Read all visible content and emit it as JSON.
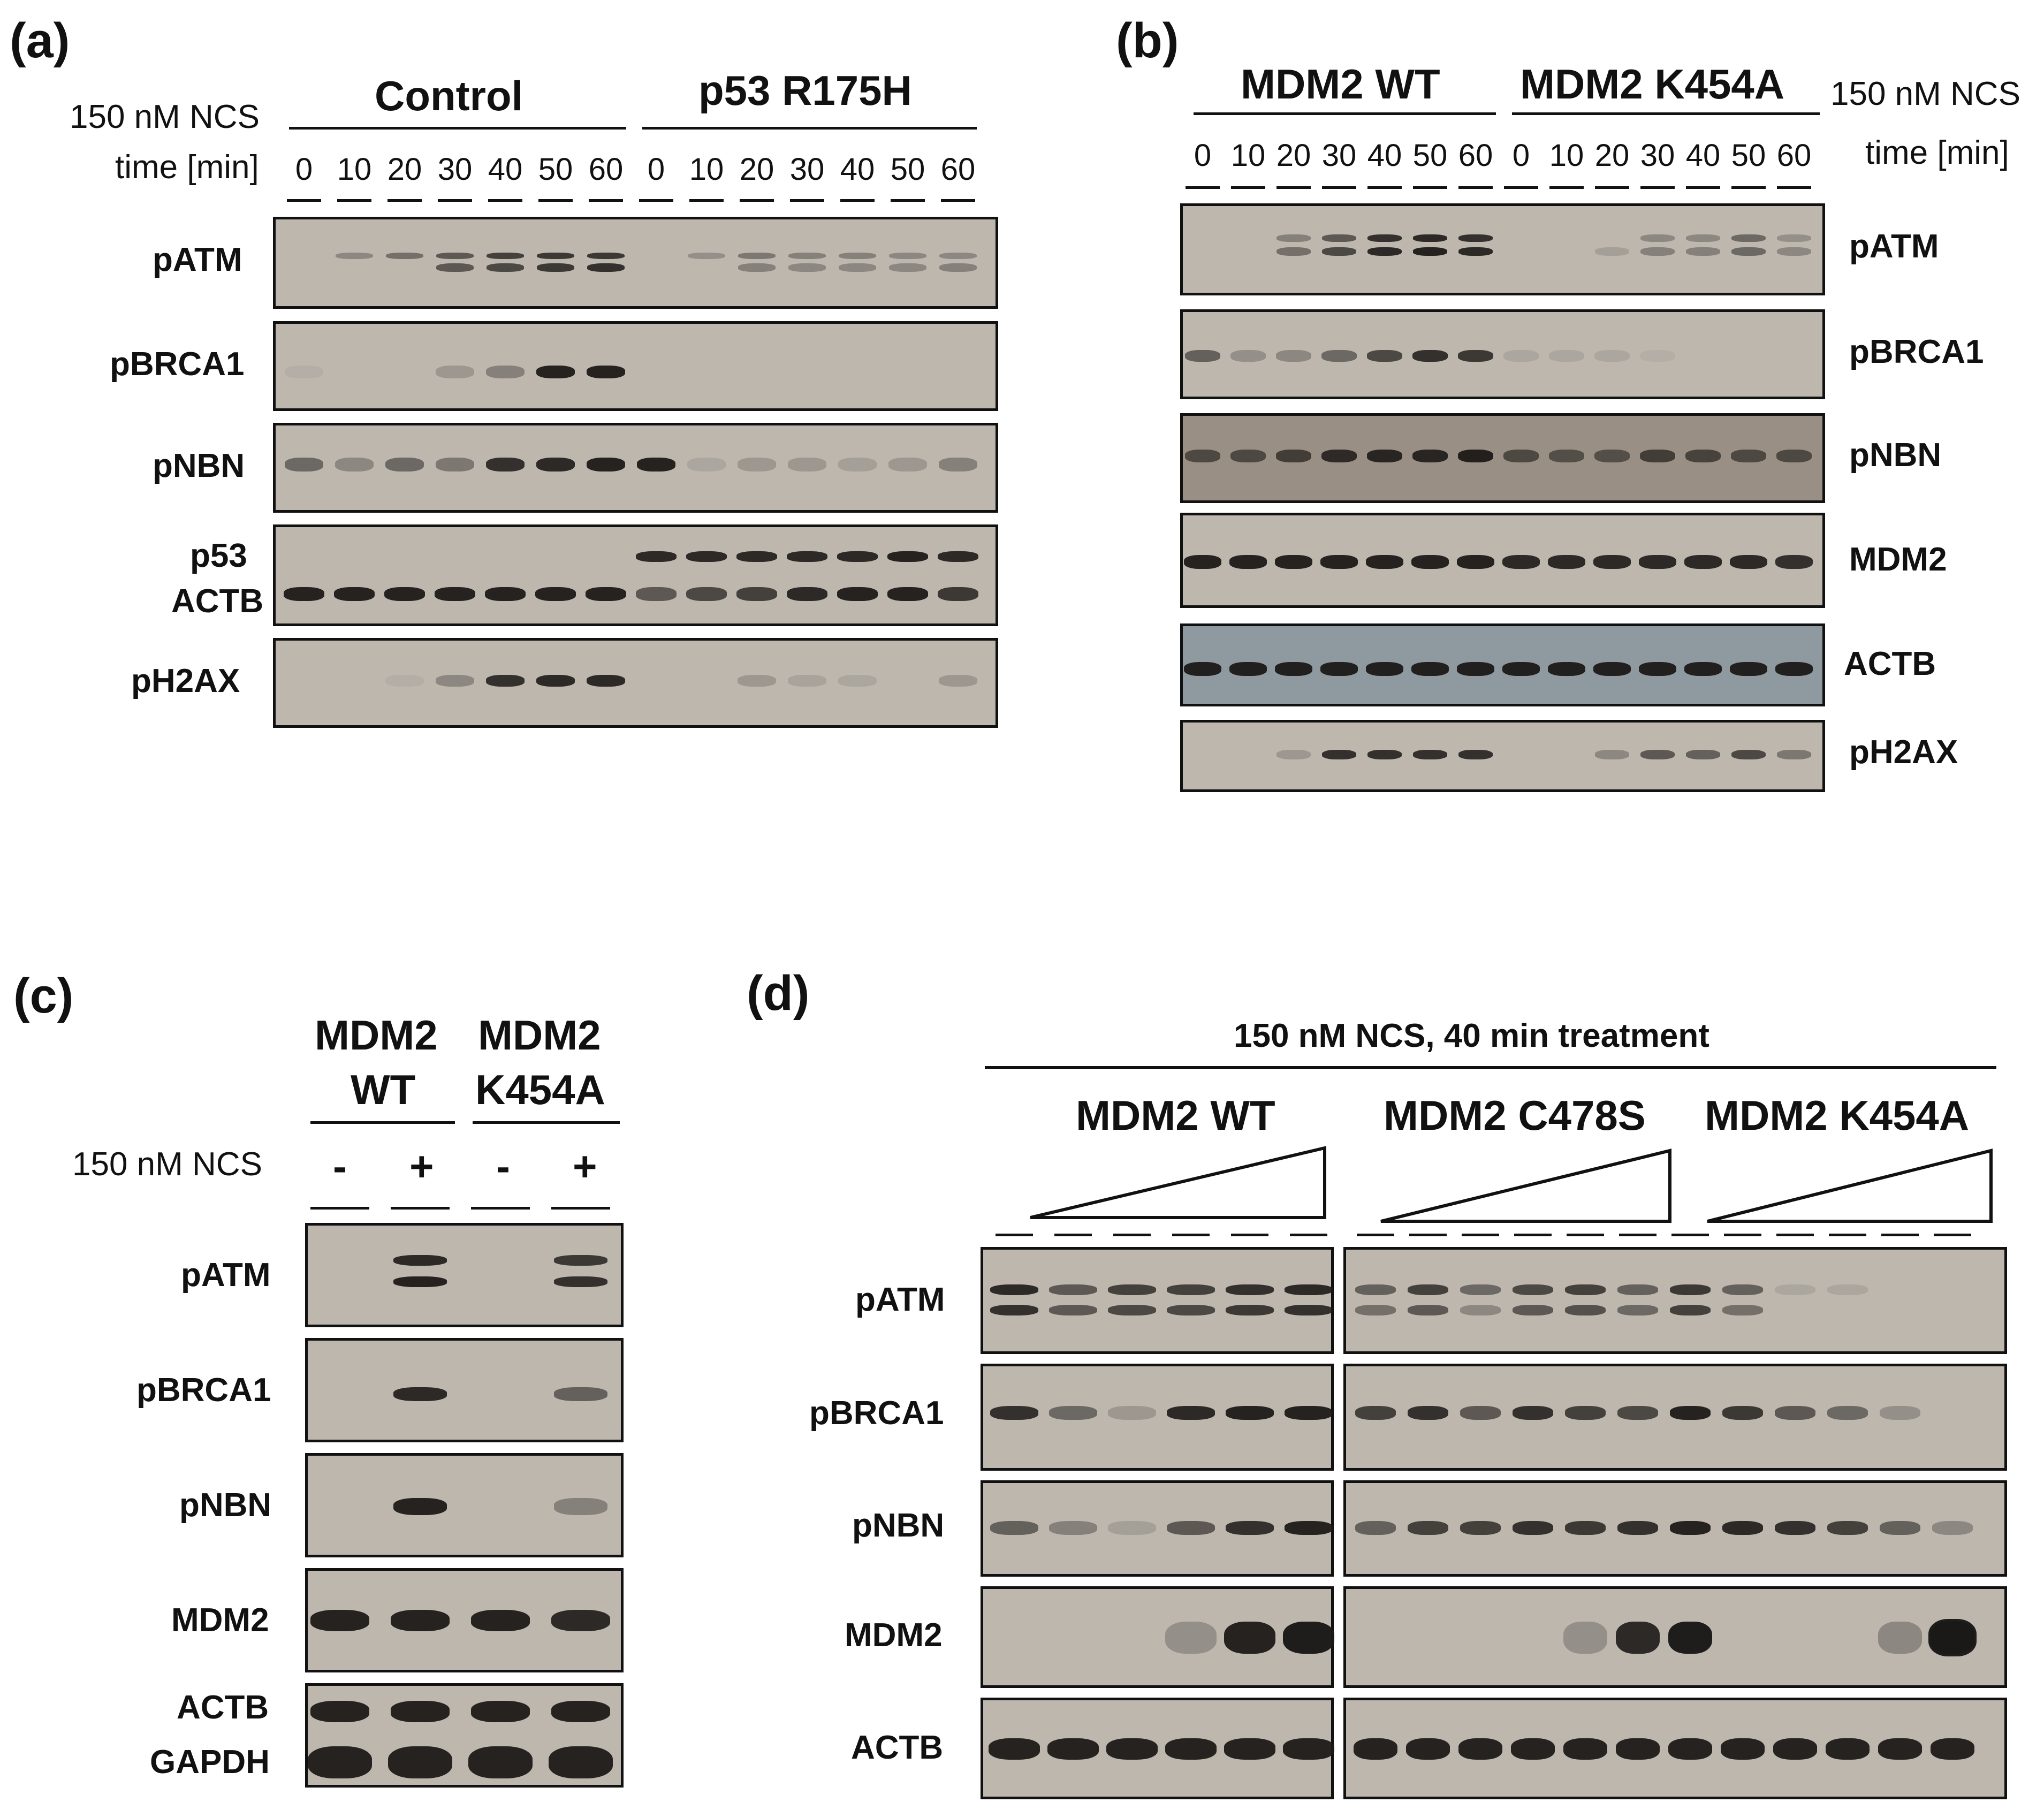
{
  "panel_a": {
    "label": "(a)",
    "treatment": "150 nM NCS",
    "time_label": "time [min]",
    "groups": [
      "Control",
      "p53 R175H"
    ],
    "times": [
      "0",
      "10",
      "20",
      "30",
      "40",
      "50",
      "60",
      "0",
      "10",
      "20",
      "30",
      "40",
      "50",
      "60"
    ],
    "blots": [
      "pATM",
      "pBRCA1",
      "pNBN",
      "p53",
      "ACTB",
      "pH2AX"
    ]
  },
  "panel_b": {
    "label": "(b)",
    "treatment": "150 nM NCS",
    "time_label": "time [min]",
    "groups": [
      "MDM2 WT",
      "MDM2 K454A"
    ],
    "times": [
      "0",
      "10",
      "20",
      "30",
      "40",
      "50",
      "60",
      "0",
      "10",
      "20",
      "30",
      "40",
      "50",
      "60"
    ],
    "blots": [
      "pATM",
      "pBRCA1",
      "pNBN",
      "MDM2",
      "ACTB",
      "pH2AX"
    ]
  },
  "panel_c": {
    "label": "(c)",
    "groups": [
      [
        "MDM2",
        "WT"
      ],
      [
        "MDM2",
        "K454A"
      ]
    ],
    "treatment": "150 nM NCS",
    "signs": [
      "-",
      "+",
      "-",
      "+"
    ],
    "blots": [
      "pATM",
      "pBRCA1",
      "pNBN",
      "MDM2",
      "ACTB",
      "GAPDH"
    ]
  },
  "panel_d": {
    "label": "(d)",
    "treatment": "150 nM NCS, 40 min treatment",
    "groups": [
      "MDM2 WT",
      "MDM2 C478S",
      "MDM2 K454A"
    ],
    "blots": [
      "pATM",
      "pBRCA1",
      "pNBN",
      "MDM2",
      "ACTB"
    ]
  }
}
